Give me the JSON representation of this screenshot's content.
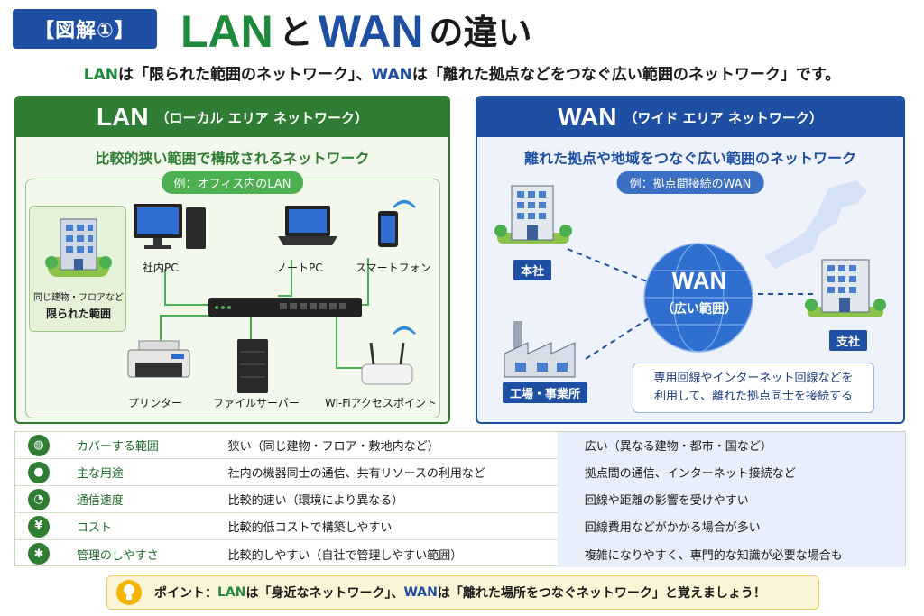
{
  "header": {
    "badge": "【図解①】",
    "title_lan": "LAN",
    "title_to": "と",
    "title_wan": "WAN",
    "title_suffix": "の違い",
    "subtitle_lan": "LAN",
    "subtitle_mid1": "は「限られた範囲のネットワーク」、",
    "subtitle_wan": "WAN",
    "subtitle_mid2": "は「離れた拠点などをつなぐ広い範囲のネットワーク」です。"
  },
  "lan_panel": {
    "title": "LAN",
    "title_sub": "（ローカル エリア ネットワーク）",
    "description": "比較的狭い範囲で構成されるネットワーク",
    "example": "例：オフィス内のLAN",
    "building_caption": "同じ建物・フロアなど",
    "building_caption_bold": "限られた範囲",
    "devices": {
      "pc": "社内PC",
      "laptop": "ノートPC",
      "smartphone": "スマートフォン",
      "printer": "プリンター",
      "file_server": "ファイルサーバー",
      "wifi_ap": "Wi-Fiアクセスポイント"
    }
  },
  "wan_panel": {
    "title": "WAN",
    "title_sub": "（ワイド エリア ネットワーク）",
    "description": "離れた拠点や地域をつなぐ広い範囲のネットワーク",
    "example": "例：拠点間接続のWAN",
    "globe_label": "WAN",
    "globe_sub": "（広い範囲）",
    "head_office": "本社",
    "branch": "支社",
    "factory": "工場・事業所",
    "note_line1": "専用回線やインターネット回線などを",
    "note_line2": "利用して、離れた拠点同士を接続する"
  },
  "comparison": [
    {
      "icon": "globe-icon",
      "glyph": "◍",
      "label": "カバーする範囲",
      "lan": "狭い（同じ建物・フロア・敷地内など）",
      "wan": "広い（異なる建物・都市・国など）"
    },
    {
      "icon": "users-icon",
      "glyph": "●",
      "label": "主な用途",
      "lan": "社内の機器同士の通信、共有リソースの利用など",
      "wan": "拠点間の通信、インターネット接続など"
    },
    {
      "icon": "speedometer-icon",
      "glyph": "◔",
      "label": "通信速度",
      "lan": "比較的速い（環境により異なる）",
      "wan": "回線や距離の影響を受けやすい"
    },
    {
      "icon": "yen-icon",
      "glyph": "¥",
      "label": "コスト",
      "lan": "比較的低コストで構築しやすい",
      "wan": "回線費用などがかかる場合が多い"
    },
    {
      "icon": "gear-icon",
      "glyph": "✱",
      "label": "管理のしやすさ",
      "lan": "比較的しやすい（自社で管理しやすい範囲）",
      "wan": "複雑になりやすく、専門的な知識が必要な場合も"
    }
  ],
  "tip": {
    "prefix": "ポイント：",
    "lan": "LAN",
    "mid1": "は「身近なネットワーク」、",
    "wan": "WAN",
    "mid2": "は「離れた場所をつなぐネットワーク」と覚えましょう！"
  },
  "colors": {
    "lan_green": "#2e7d32",
    "wan_blue": "#1e4fa3",
    "tip_yellow": "#fdf5d8"
  }
}
